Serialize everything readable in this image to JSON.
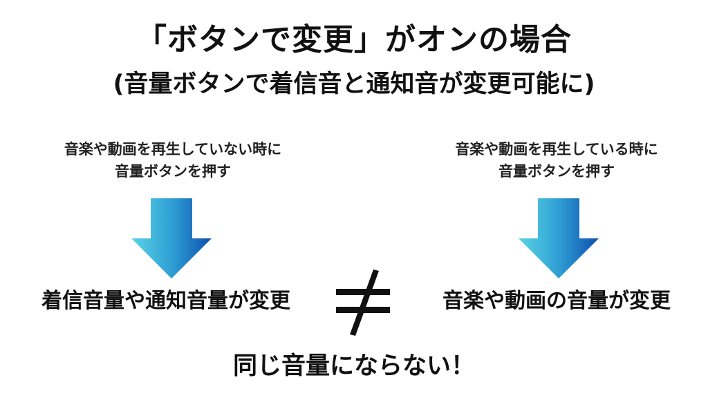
{
  "title": "「ボタンで変更」がオンの場合",
  "subtitle": "(音量ボタンで着信音と通知音が変更可能に)",
  "left": {
    "condition_line1": "音楽や動画を再生していない時に",
    "condition_line2": "音量ボタンを押す",
    "arrow_icon": "arrow-down-icon",
    "result": "着信音量や通知音量が変更"
  },
  "right": {
    "condition_line1": "音楽や動画を再生している時に",
    "condition_line2": "音量ボタンを押す",
    "arrow_icon": "arrow-down-icon",
    "result": "音楽や動画の音量が変更"
  },
  "comparison_symbol": "≠",
  "conclusion": "同じ音量にならない！",
  "colors": {
    "arrow_gradient_start": "#5ad4e6",
    "arrow_gradient_end": "#0d4fae",
    "text": "#111111",
    "background": "#ffffff"
  }
}
